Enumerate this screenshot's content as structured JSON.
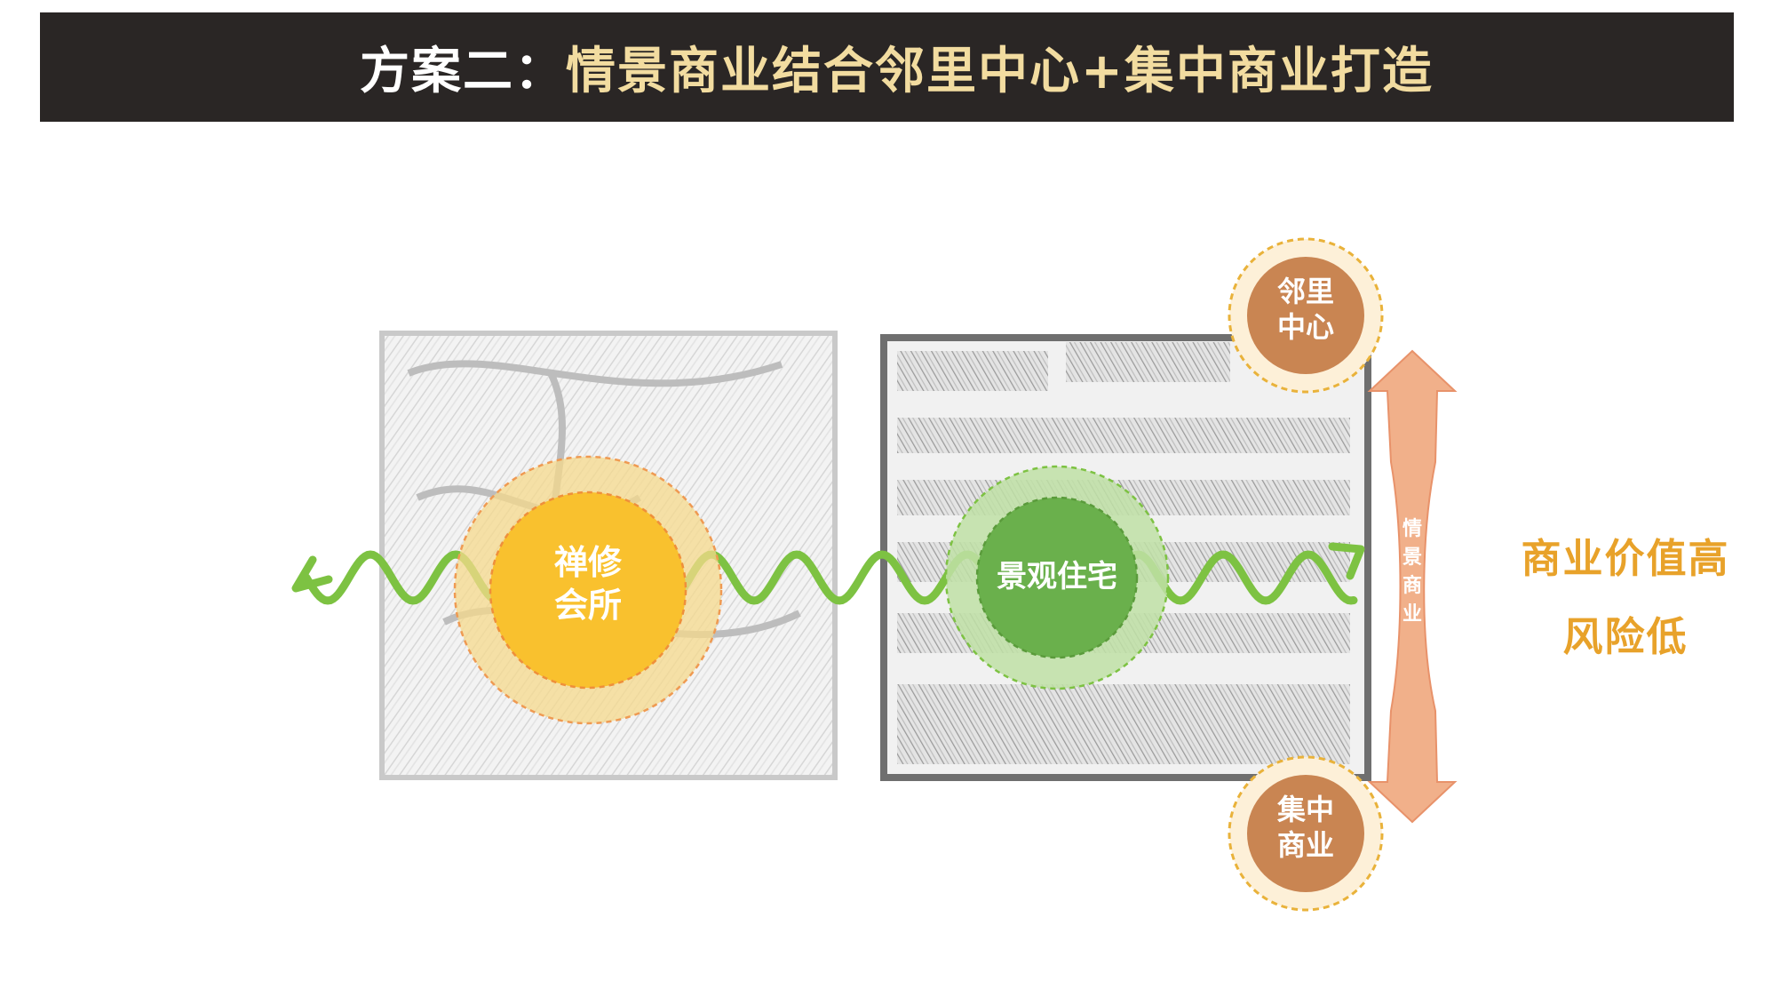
{
  "title": {
    "prefix": "方案二：",
    "main": "情景商业结合邻里中心+集中商业打造"
  },
  "nodes": {
    "club": {
      "line1": "禅修",
      "line2": "会所"
    },
    "residential": {
      "label": "景观住宅"
    },
    "neighborhood": {
      "line1": "邻里",
      "line2": "中心"
    },
    "commercial": {
      "line1": "集中",
      "line2": "商业"
    },
    "scene_commerce": {
      "chars": [
        "情",
        "景",
        "商",
        "业"
      ]
    }
  },
  "side_text": {
    "line1": "商业价值高",
    "line2": "风险低"
  },
  "colors": {
    "title_bg": "#2a2625",
    "title_prefix": "#ffffff",
    "title_main": "#f2dca0",
    "wave": "#7dc242",
    "club_inner": "#f9c12e",
    "club_outer": "#f6d98c",
    "residential_inner": "#6ab04c",
    "residential_outer": "#bfe0a6",
    "node_inner": "#c98552",
    "node_outer": "#fdf0d8",
    "arrow": "#f1b08a",
    "side_text": "#e8a22a"
  }
}
